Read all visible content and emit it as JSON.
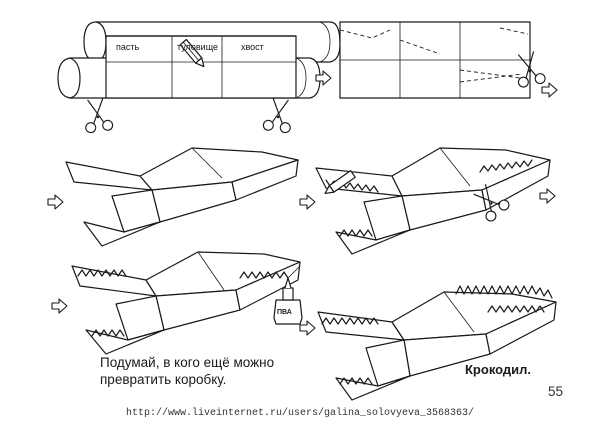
{
  "step1": {
    "labels": {
      "mouth": "пасть",
      "body": "туловище",
      "tail": "хвост"
    }
  },
  "glue": {
    "label": "ПВА"
  },
  "caption": {
    "line1": "Подумай, в кого ещё можно",
    "line2": "превратить коробку."
  },
  "title": "Крокодил.",
  "page_number": "55",
  "source_url": "http://www.liveinternet.ru/users/galina_solovyeva_3568363/"
}
